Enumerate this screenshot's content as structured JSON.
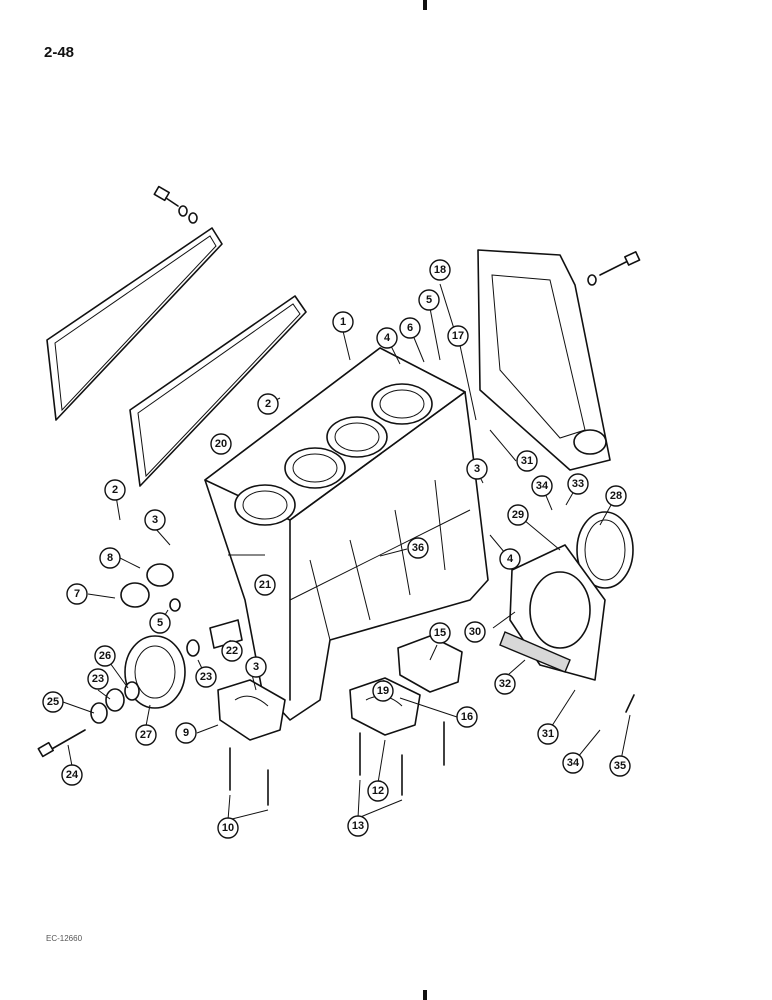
{
  "page": {
    "number": "2-48",
    "figure_code": "EC-12660"
  },
  "callouts": [
    "1",
    "2",
    "2",
    "2",
    "3",
    "3",
    "3",
    "4",
    "4",
    "5",
    "5",
    "6",
    "7",
    "8",
    "9",
    "10",
    "12",
    "13",
    "15",
    "16",
    "17",
    "18",
    "19",
    "20",
    "21",
    "22",
    "23",
    "23",
    "24",
    "25",
    "26",
    "27",
    "28",
    "29",
    "30",
    "31",
    "31",
    "32",
    "33",
    "34",
    "34",
    "35",
    "36"
  ]
}
